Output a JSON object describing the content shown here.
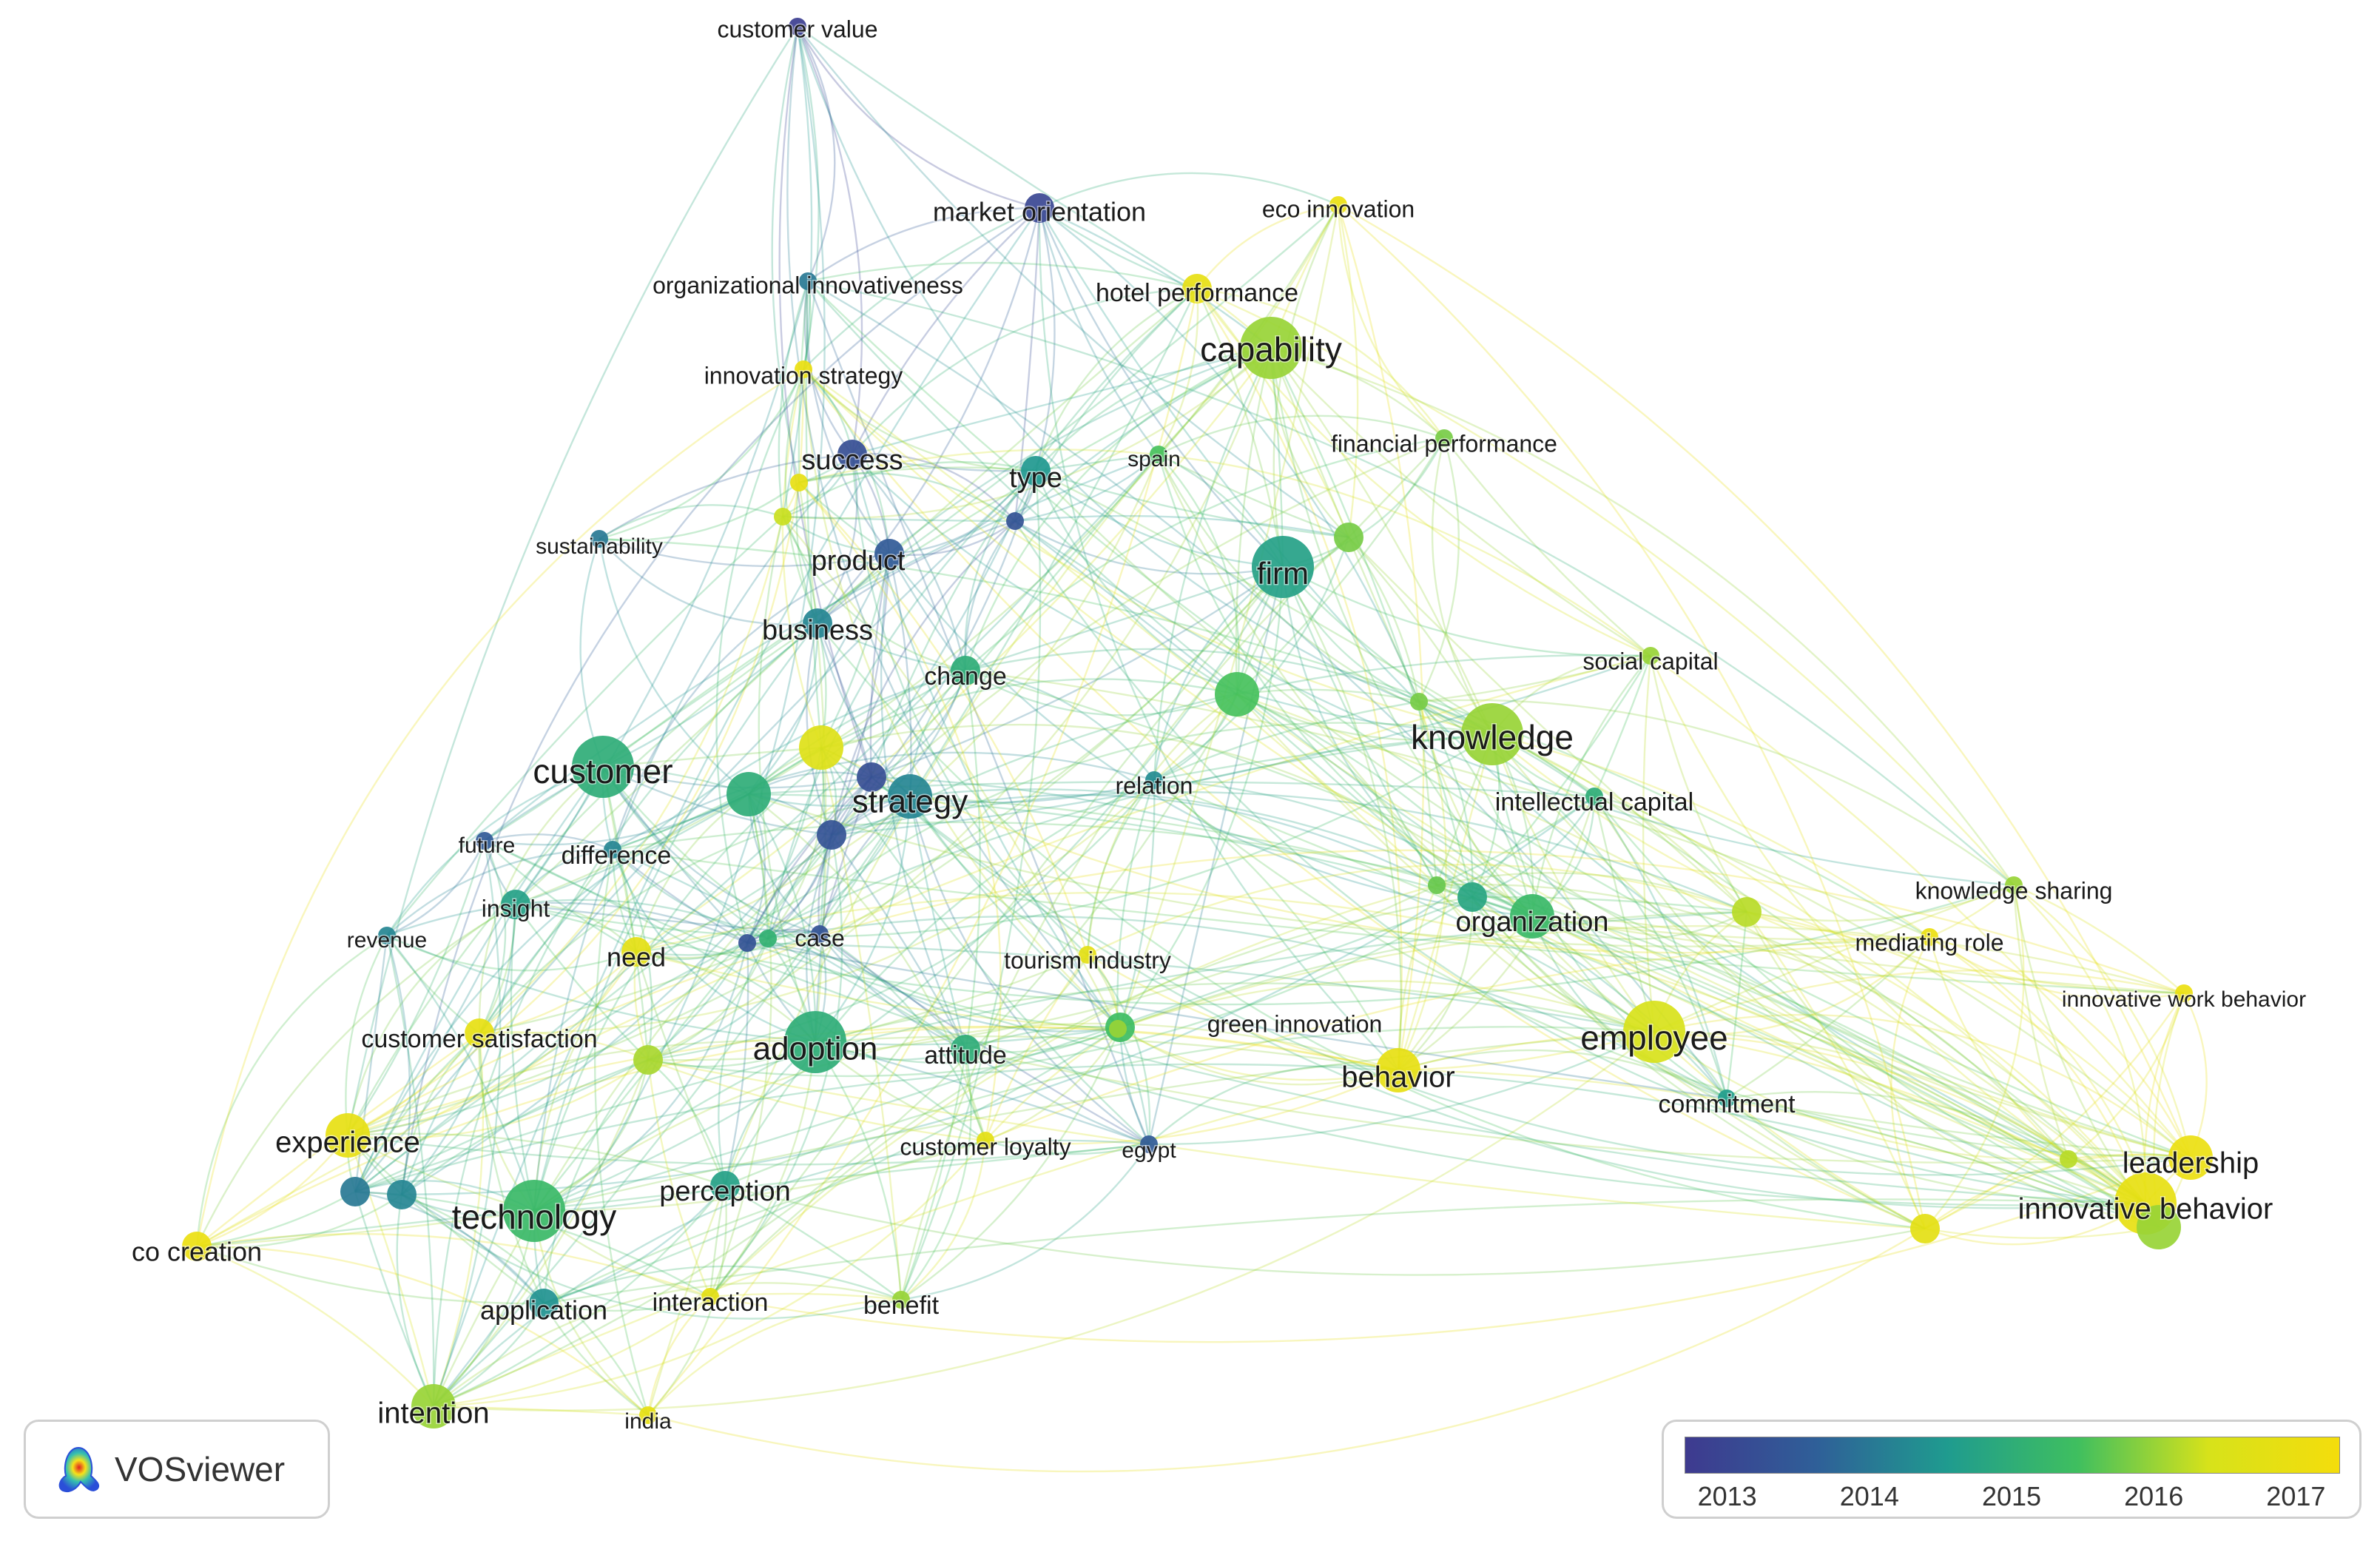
{
  "colors": {
    "scale": [
      "#3e3a8f",
      "#2f5f98",
      "#1f9b8f",
      "#3fbf5f",
      "#d7e21a",
      "#f4dd0c"
    ],
    "background": "#ffffff"
  },
  "legend": {
    "ticks": [
      "2013",
      "2014",
      "2015",
      "2016",
      "2017"
    ],
    "min_year": 2012.7,
    "max_year": 2017.3
  },
  "logo": {
    "text": "VOSviewer",
    "icon": "vosviewer-logo-icon"
  },
  "nodes": [
    {
      "id": "customer value",
      "label": "customer value",
      "year": 2012.8,
      "size": 1
    },
    {
      "id": "market orientation",
      "label": "market orientation",
      "year": 2013.0,
      "size": 2
    },
    {
      "id": "eco innovation",
      "label": "eco innovation",
      "year": 2017.0,
      "size": 1
    },
    {
      "id": "organizational innovativeness",
      "label": "organizational innovativeness",
      "year": 2014.0,
      "size": 1
    },
    {
      "id": "hotel performance",
      "label": "hotel performance",
      "year": 2016.9,
      "size": 2
    },
    {
      "id": "capability",
      "label": "capability",
      "year": 2016.0,
      "size": 4
    },
    {
      "id": "innovation strategy",
      "label": "innovation strategy",
      "year": 2017.0,
      "size": 1
    },
    {
      "id": "success",
      "label": "success",
      "year": 2013.2,
      "size": 2
    },
    {
      "id": "type",
      "label": "type",
      "year": 2014.5,
      "size": 2
    },
    {
      "id": "spain",
      "label": "spain",
      "year": 2015.5,
      "size": 1
    },
    {
      "id": "financial performance",
      "label": "financial performance",
      "year": 2015.8,
      "size": 1
    },
    {
      "id": "sustainability",
      "label": "sustainability",
      "year": 2014.0,
      "size": 1
    },
    {
      "id": "product",
      "label": "product",
      "year": 2013.5,
      "size": 2
    },
    {
      "id": "firm",
      "label": "firm",
      "year": 2014.7,
      "size": 4
    },
    {
      "id": "business",
      "label": "business",
      "year": 2014.2,
      "size": 2
    },
    {
      "id": "change",
      "label": "change",
      "year": 2015.0,
      "size": 2
    },
    {
      "id": "social capital",
      "label": "social capital",
      "year": 2016.0,
      "size": 1
    },
    {
      "id": "knowledge",
      "label": "knowledge",
      "year": 2016.0,
      "size": 4
    },
    {
      "id": "customer",
      "label": "customer",
      "year": 2015.0,
      "size": 4
    },
    {
      "id": "strategy",
      "label": "strategy",
      "year": 2014.2,
      "size": 3
    },
    {
      "id": "relation",
      "label": "relation",
      "year": 2014.3,
      "size": 1
    },
    {
      "id": "intellectual capital",
      "label": "intellectual capital",
      "year": 2015.0,
      "size": 1
    },
    {
      "id": "future",
      "label": "future",
      "year": 2013.5,
      "size": 1
    },
    {
      "id": "difference",
      "label": "difference",
      "year": 2014.2,
      "size": 1
    },
    {
      "id": "insight",
      "label": "insight",
      "year": 2014.7,
      "size": 2
    },
    {
      "id": "revenue",
      "label": "revenue",
      "year": 2014.2,
      "size": 1
    },
    {
      "id": "need",
      "label": "need",
      "year": 2016.8,
      "size": 2
    },
    {
      "id": "case",
      "label": "case",
      "year": 2013.3,
      "size": 1
    },
    {
      "id": "tourism industry",
      "label": "tourism industry",
      "year": 2016.8,
      "size": 1
    },
    {
      "id": "organization",
      "label": "organization",
      "year": 2015.3,
      "size": 3
    },
    {
      "id": "knowledge sharing",
      "label": "knowledge sharing",
      "year": 2016.0,
      "size": 1
    },
    {
      "id": "mediating role",
      "label": "mediating role",
      "year": 2017.0,
      "size": 1
    },
    {
      "id": "innovative work behavior",
      "label": "innovative work behavior",
      "year": 2017.0,
      "size": 1
    },
    {
      "id": "customer satisfaction",
      "label": "customer satisfaction",
      "year": 2016.9,
      "size": 2
    },
    {
      "id": "adoption",
      "label": "adoption",
      "year": 2015.0,
      "size": 4
    },
    {
      "id": "attitude",
      "label": "attitude",
      "year": 2015.0,
      "size": 2
    },
    {
      "id": "green innovation",
      "label": "green innovation",
      "year": 2016.0,
      "size": 1
    },
    {
      "id": "employee",
      "label": "employee",
      "year": 2016.4,
      "size": 4
    },
    {
      "id": "behavior",
      "label": "behavior",
      "year": 2016.9,
      "size": 3
    },
    {
      "id": "commitment",
      "label": "commitment",
      "year": 2014.6,
      "size": 1
    },
    {
      "id": "experience",
      "label": "experience",
      "year": 2016.9,
      "size": 3
    },
    {
      "id": "customer loyalty",
      "label": "customer loyalty",
      "year": 2016.8,
      "size": 1
    },
    {
      "id": "egypt",
      "label": "egypt",
      "year": 2013.5,
      "size": 1
    },
    {
      "id": "leadership",
      "label": "leadership",
      "year": 2017.0,
      "size": 3
    },
    {
      "id": "innovative behavior",
      "label": "innovative behavior",
      "year": 2016.9,
      "size": 4
    },
    {
      "id": "technology",
      "label": "technology",
      "year": 2015.3,
      "size": 4
    },
    {
      "id": "perception",
      "label": "perception",
      "year": 2014.7,
      "size": 2
    },
    {
      "id": "co creation",
      "label": "co creation",
      "year": 2017.0,
      "size": 2
    },
    {
      "id": "application",
      "label": "application",
      "year": 2014.4,
      "size": 2
    },
    {
      "id": "interaction",
      "label": "interaction",
      "year": 2016.8,
      "size": 1
    },
    {
      "id": "benefit",
      "label": "benefit",
      "year": 2016.0,
      "size": 1
    },
    {
      "id": "intention",
      "label": "intention",
      "year": 2016.0,
      "size": 3
    },
    {
      "id": "india",
      "label": "india",
      "year": 2016.9,
      "size": 1
    }
  ],
  "unlabeled_nodes": [
    {
      "year": 2016.6,
      "size": 3
    },
    {
      "year": 2015.0,
      "size": 3
    },
    {
      "year": 2013.3,
      "size": 2
    },
    {
      "year": 2013.2,
      "size": 2
    },
    {
      "year": 2015.5,
      "size": 3
    },
    {
      "year": 2015.8,
      "size": 2
    },
    {
      "year": 2013.3,
      "size": 1
    },
    {
      "year": 2016.9,
      "size": 1
    },
    {
      "year": 2016.3,
      "size": 1
    },
    {
      "year": 2015.8,
      "size": 1
    },
    {
      "year": 2016.2,
      "size": 2
    },
    {
      "year": 2015.4,
      "size": 2
    },
    {
      "year": 2016.1,
      "size": 2
    },
    {
      "year": 2013.3,
      "size": 1
    },
    {
      "year": 2014.2,
      "size": 2
    },
    {
      "year": 2016.8,
      "size": 2
    },
    {
      "year": 2016.2,
      "size": 1
    },
    {
      "year": 2015.7,
      "size": 1
    },
    {
      "year": 2016.0,
      "size": 3
    },
    {
      "year": 2014.0,
      "size": 2
    },
    {
      "year": 2015.1,
      "size": 1
    },
    {
      "year": 2014.8,
      "size": 2
    }
  ]
}
